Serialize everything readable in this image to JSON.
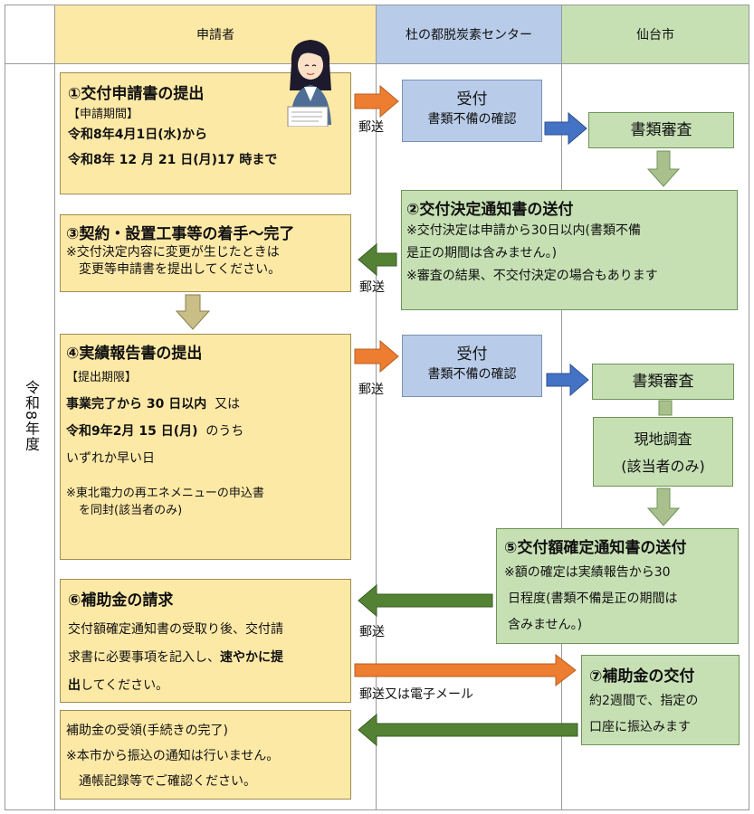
{
  "headers": {
    "applicant": "申請者",
    "center": "杜の都脱炭素センター",
    "city": "仙台市"
  },
  "year_label": "令和8年度",
  "step1": {
    "title": "①交付申請書の提出",
    "period_label": "【申請期間】",
    "from": "令和8年4月1日(水)から",
    "until": "令和8年 12 月 21 日(月)17 時まで"
  },
  "reception1": {
    "title": "受付",
    "sub": "書類不備の確認"
  },
  "review1": "書類審査",
  "step2": {
    "title": "②交付決定通知書の送付",
    "note1": "※交付決定は申請から30日以内(書類不備",
    "note2": "是正の期間は含みません。)",
    "note3": "※審査の結果、不交付決定の場合もあります"
  },
  "step3": {
    "title": "③契約・設置工事等の着手～完了",
    "note1": "※交付決定内容に変更が生じたときは",
    "note2": "変更等申請書を提出してください。"
  },
  "step4": {
    "title": "④実績報告書の提出",
    "deadline_label": "【提出期限】",
    "line1a": "事業完了から 30 日以内",
    "line1b": "又は",
    "line2a": "令和9年2月 15 日(月)",
    "line2b": "のうち",
    "line3": "いずれか早い日",
    "note1": "※東北電力の再エネメニューの申込書",
    "note2": "を同封(該当者のみ)"
  },
  "reception2": {
    "title": "受付",
    "sub": "書類不備の確認"
  },
  "review2": "書類審査",
  "site_survey": {
    "title": "現地調査",
    "sub": "(該当者のみ)"
  },
  "step5": {
    "title": "⑤交付額確定通知書の送付",
    "note1": "※額の確定は実績報告から30",
    "note2": "日程度(書類不備是正の期間は",
    "note3": "含みません。)"
  },
  "step6": {
    "title": "⑥補助金の請求",
    "line1": "交付額確定通知書の受取り後、交付請",
    "line2a": "求書に必要事項を記入し、",
    "line2b": "速やかに提",
    "line3a": "出",
    "line3b": "してください。"
  },
  "step7": {
    "title": "⑦補助金の交付",
    "line1": "約2週間で、指定の",
    "line2": "口座に振込みます"
  },
  "final": {
    "line1": "補助金の受領(手続きの完了)",
    "line2": "※本市から振込の通知は行いません。",
    "line3": "通帳記録等でご確認ください。"
  },
  "labels": {
    "mail1": "郵送",
    "mail2": "郵送",
    "mail3": "郵送",
    "mail4": "郵送",
    "mail_or_email": "郵送又は電子メール"
  },
  "colors": {
    "applicant": "#fde9a6",
    "center": "#b8cbe8",
    "city": "#c6e0b4",
    "arrow_orange": "#ed7d31",
    "arrow_blue": "#4472c4",
    "arrow_green": "#548235",
    "arrow_olive": "#c9be85"
  },
  "icons": [
    "applicant-person-icon"
  ]
}
